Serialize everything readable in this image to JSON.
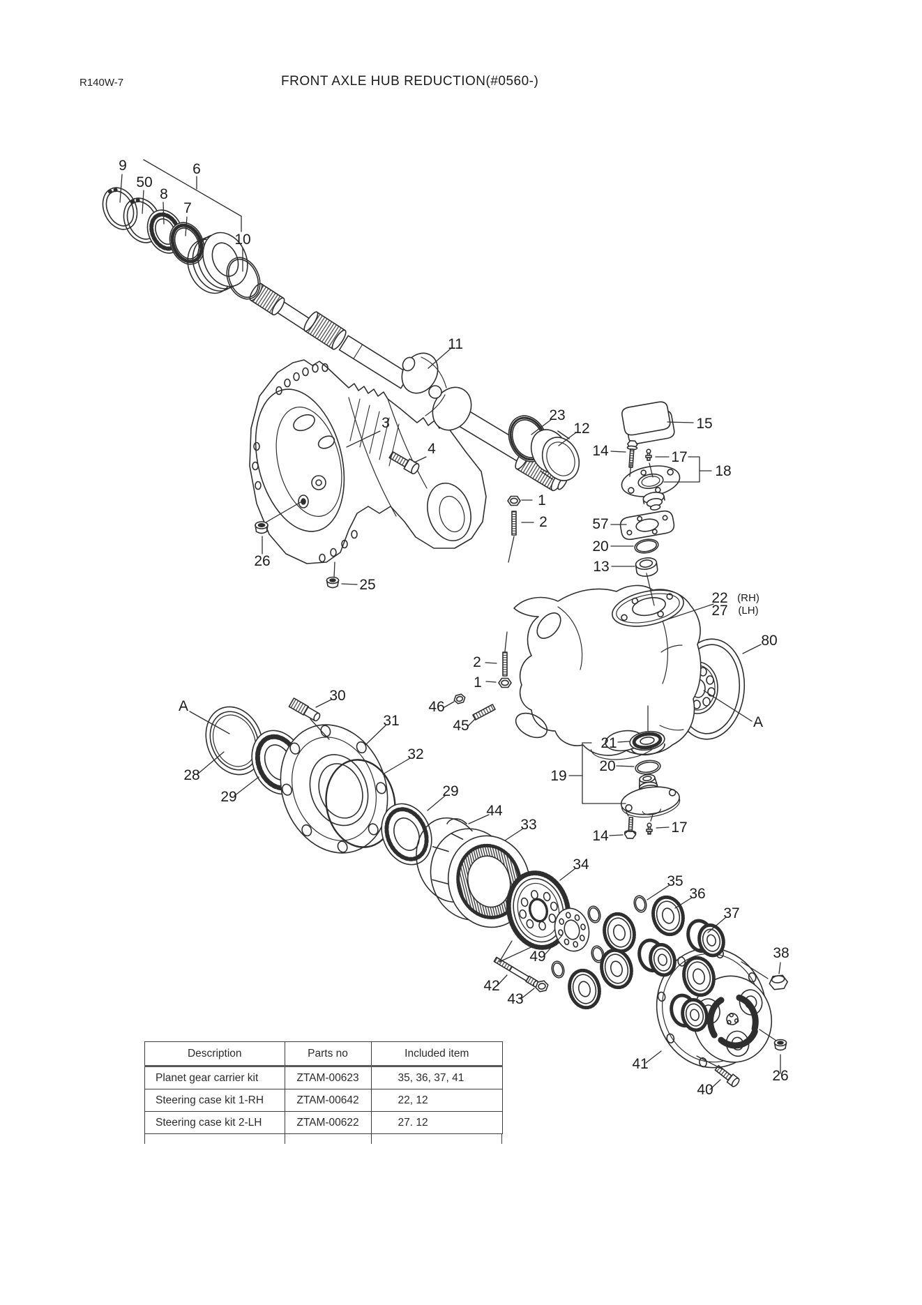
{
  "page": {
    "model": "R140W-7",
    "title": "FRONT AXLE HUB REDUCTION(#0560-)"
  },
  "colors": {
    "background": "#ffffff",
    "line_art": "#2e2e2e",
    "text": "#1c1c1c"
  },
  "callouts": {
    "c9": {
      "text": "9"
    },
    "c50": {
      "text": "50"
    },
    "c8": {
      "text": "8"
    },
    "c6": {
      "text": "6"
    },
    "c7": {
      "text": "7"
    },
    "c10": {
      "text": "10"
    },
    "c11": {
      "text": "11"
    },
    "c23": {
      "text": "23"
    },
    "c12": {
      "text": "12"
    },
    "c15": {
      "text": "15"
    },
    "c14_top": {
      "text": "14"
    },
    "c17_top": {
      "text": "17"
    },
    "c18": {
      "text": "18"
    },
    "c3": {
      "text": "3"
    },
    "c4": {
      "text": "4"
    },
    "c1_top": {
      "text": "1"
    },
    "c2_top": {
      "text": "2"
    },
    "c57": {
      "text": "57"
    },
    "c20_top": {
      "text": "20"
    },
    "c13": {
      "text": "13"
    },
    "c26_left": {
      "text": "26"
    },
    "c25": {
      "text": "25"
    },
    "c22": {
      "text": "22"
    },
    "c22_side": {
      "text": "(RH)"
    },
    "c27": {
      "text": "27"
    },
    "c27_side": {
      "text": "(LH)"
    },
    "c80": {
      "text": "80"
    },
    "c2_mid": {
      "text": "2"
    },
    "c1_mid": {
      "text": "1"
    },
    "c46": {
      "text": "46"
    },
    "c45": {
      "text": "45"
    },
    "cA_left": {
      "text": "A"
    },
    "c30": {
      "text": "30"
    },
    "c31": {
      "text": "31"
    },
    "cA_right": {
      "text": "A"
    },
    "c28": {
      "text": "28"
    },
    "c29_left": {
      "text": "29"
    },
    "c32": {
      "text": "32"
    },
    "c29_right": {
      "text": "29"
    },
    "c21": {
      "text": "21"
    },
    "c20_bottom": {
      "text": "20"
    },
    "c19": {
      "text": "19"
    },
    "c44": {
      "text": "44"
    },
    "c33": {
      "text": "33"
    },
    "c14_bottom": {
      "text": "14"
    },
    "c17_bottom": {
      "text": "17"
    },
    "c34": {
      "text": "34"
    },
    "c35": {
      "text": "35"
    },
    "c36": {
      "text": "36"
    },
    "c37": {
      "text": "37"
    },
    "c38": {
      "text": "38"
    },
    "c49": {
      "text": "49"
    },
    "c42": {
      "text": "42"
    },
    "c43": {
      "text": "43"
    },
    "c41": {
      "text": "41"
    },
    "c40": {
      "text": "40"
    },
    "c26_right": {
      "text": "26"
    }
  },
  "table": {
    "headers": [
      "Description",
      "Parts no",
      "Included item"
    ],
    "rows": [
      {
        "description": "Planet gear carrier kit",
        "parts_no": "ZTAM-00623",
        "included": "35, 36, 37, 41"
      },
      {
        "description": "Steering case kit 1-RH",
        "parts_no": "ZTAM-00642",
        "included": "22, 12"
      },
      {
        "description": "Steering case kit 2-LH",
        "parts_no": "ZTAM-00622",
        "included": "27. 12"
      }
    ]
  }
}
